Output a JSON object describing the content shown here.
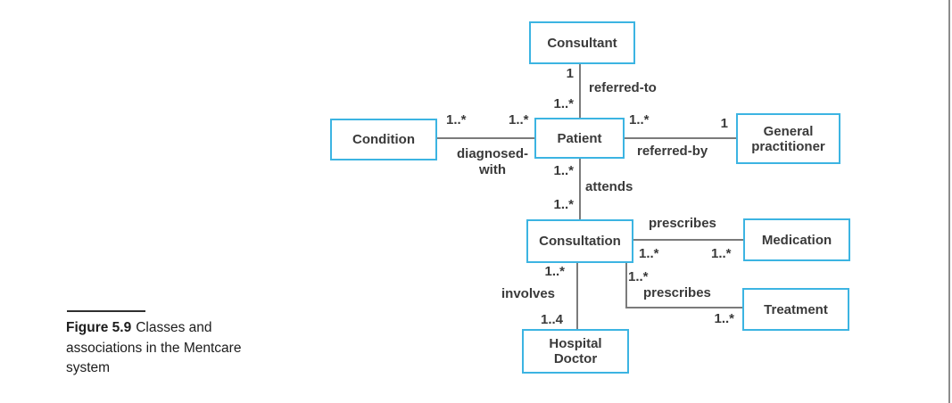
{
  "caption": {
    "label": "Figure 5.9",
    "text": "Classes and associations in the Mentcare system"
  },
  "colors": {
    "box_border": "#3cb4e2",
    "association_line": "#7b7b7b",
    "diagram_text": "#3a3a3a",
    "caption_text": "#1c1c1c",
    "page_edge": "#8c8c8c"
  },
  "classes": {
    "consultant": {
      "label": "Consultant"
    },
    "condition": {
      "label": "Condition"
    },
    "patient": {
      "label": "Patient"
    },
    "general_practitioner": {
      "label": "General practitioner"
    },
    "consultation": {
      "label": "Consultation"
    },
    "medication": {
      "label": "Medication"
    },
    "treatment": {
      "label": "Treatment"
    },
    "hospital_doctor": {
      "label": "Hospital Doctor"
    }
  },
  "associations": {
    "referred_to": {
      "name": "referred-to",
      "consultant_mult": "1",
      "patient_mult": "1..*"
    },
    "diagnosed_with": {
      "name": "diagnosed-with",
      "condition_mult": "1..*",
      "patient_mult": "1..*"
    },
    "referred_by": {
      "name": "referred-by",
      "patient_mult": "1..*",
      "gp_mult": "1"
    },
    "attends": {
      "name": "attends",
      "patient_mult": "1..*",
      "consultation_mult": "1..*"
    },
    "prescribes_medication": {
      "name": "prescribes",
      "consultation_mult": "1..*",
      "medication_mult": "1..*"
    },
    "prescribes_treatment": {
      "name": "prescribes",
      "consultation_mult": "1..*",
      "treatment_mult": "1..*"
    },
    "involves": {
      "name": "involves",
      "consultation_mult": "1..*",
      "hospital_doctor_mult": "1..4"
    }
  }
}
